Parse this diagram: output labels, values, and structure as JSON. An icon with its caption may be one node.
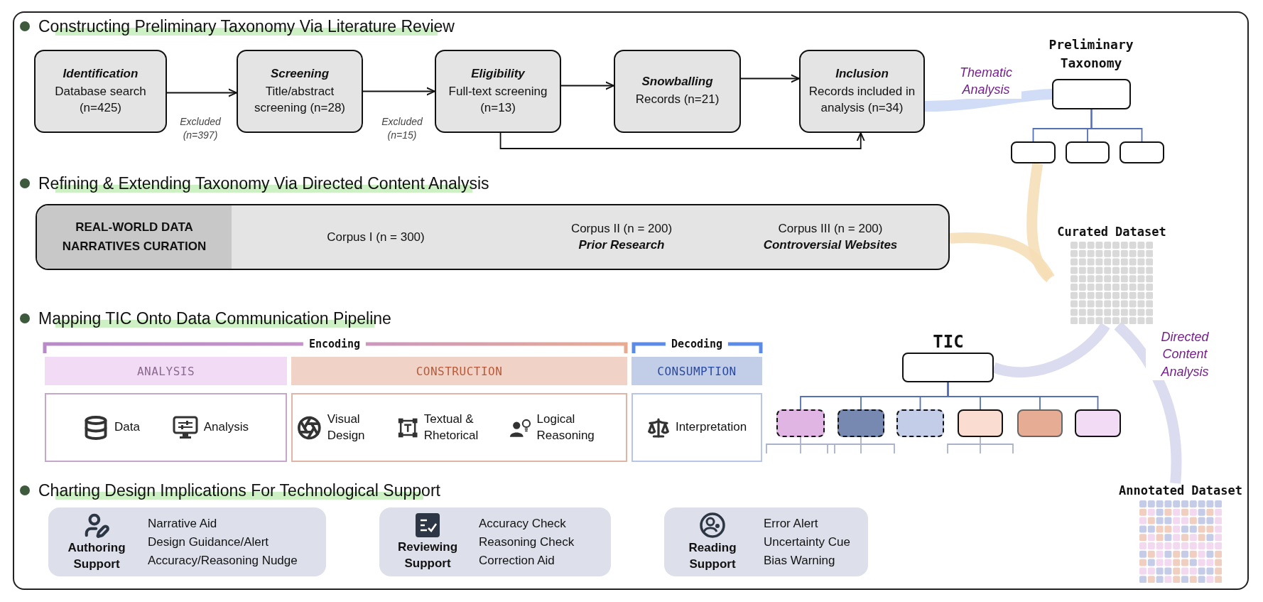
{
  "diagram": {
    "nodes": [
      {
        "text": [
          "Identification",
          "Database search (n=425)"
        ]
      },
      {
        "text": [
          "Screening",
          "Title/abstract screening (n=28)"
        ]
      },
      {
        "text": [
          "Eligibility",
          "Full-text screening (n=13)"
        ]
      },
      {
        "text": [
          "Snowballing",
          "Records (n=21)"
        ]
      },
      {
        "text": [
          "Inclusion",
          "Records included in analysis (n=34)"
        ]
      },
      {
        "text": [],
        "shape": "box",
        "beside": [
          "Preliminary Taxonomy"
        ]
      },
      {
        "text": [],
        "shape": "box"
      },
      {
        "text": [],
        "shape": "box"
      },
      {
        "text": [],
        "shape": "box"
      },
      {
        "text": [
          "REAL-WORLD DATA NARRATIVES CURATION",
          "Corpus I (n = 300)",
          "Corpus II (n = 200)",
          "Prior Research",
          "Corpus III (n = 200)",
          "Controversial Websites"
        ]
      },
      {
        "text": [
          "Curated Dataset"
        ]
      },
      {
        "text": [
          "ANALYSIS"
        ]
      },
      {
        "text": [
          "CONSTRUCTION"
        ]
      },
      {
        "text": [
          "CONSUMPTION"
        ]
      },
      {
        "text": [
          "Data",
          "Analysis"
        ]
      },
      {
        "text": [
          "Visual Design",
          "Textual & Rhetorical",
          "Logical Reasoning"
        ]
      },
      {
        "text": [
          "Interpretation"
        ]
      },
      {
        "text": [],
        "shape": "box",
        "beside": [
          "TIC"
        ]
      },
      {
        "text": [],
        "shape": "box"
      },
      {
        "text": [],
        "shape": "box"
      },
      {
        "text": [],
        "shape": "box"
      },
      {
        "text": [],
        "shape": "box"
      },
      {
        "text": [],
        "shape": "box"
      },
      {
        "text": [],
        "shape": "box"
      },
      {
        "text": [
          "Annotated Dataset"
        ]
      },
      {
        "text": [
          "Authoring Support",
          "Narrative Aid",
          "Design Guidance/Alert",
          "Accuracy/Reasoning Nudge"
        ]
      },
      {
        "text": [
          "Reviewing Support",
          "Accuracy Check",
          "Reasoning Check",
          "Correction Aid"
        ]
      },
      {
        "text": [
          "Reading Support",
          "Error Alert",
          "Uncertainty Cue",
          "Bias Warning"
        ]
      }
    ],
    "edges": [
      {
        "from": 0,
        "to": 1,
        "arrow": "to",
        "label": "Excluded (n=397)",
        "color": "#111111"
      },
      {
        "from": 1,
        "to": 2,
        "arrow": "to",
        "label": "Excluded (n=15)",
        "color": "#111111"
      },
      {
        "from": 2,
        "to": 3,
        "arrow": "to",
        "color": "#111111"
      },
      {
        "from": 3,
        "to": 4,
        "arrow": "to",
        "color": "#111111"
      },
      {
        "from": 2,
        "to": 4,
        "arrow": "to",
        "color": "#111111"
      },
      {
        "from": 4,
        "to": 5,
        "arrow": "none",
        "label": "Thematic Analysis",
        "style": "thick",
        "color": "#c9d6f5"
      },
      {
        "from": 5,
        "to": 6,
        "arrow": "none",
        "color": "#5470b8"
      },
      {
        "from": 5,
        "to": 7,
        "arrow": "none",
        "color": "#5470b8"
      },
      {
        "from": 5,
        "to": 8,
        "arrow": "none",
        "color": "#5470b8"
      },
      {
        "from": 6,
        "to": 10,
        "arrow": "none",
        "style": "thick",
        "color": "#f6ddb4"
      },
      {
        "from": 9,
        "to": 10,
        "arrow": "none",
        "style": "thick",
        "color": "#f6ddb4"
      },
      {
        "from": 10,
        "to": 17,
        "arrow": "none",
        "style": "thick",
        "color": "#d6d6ee"
      },
      {
        "from": 10,
        "to": 24,
        "arrow": "none",
        "label": "Directed Content Analysis",
        "style": "thick",
        "color": "#d6d6ee"
      },
      {
        "from": 17,
        "to": 18,
        "arrow": "none",
        "color": "#5470b8"
      },
      {
        "from": 17,
        "to": 19,
        "arrow": "none",
        "color": "#5470b8"
      },
      {
        "from": 17,
        "to": 20,
        "arrow": "none",
        "color": "#5470b8"
      },
      {
        "from": 17,
        "to": 21,
        "arrow": "none",
        "color": "#5470b8"
      },
      {
        "from": 17,
        "to": 22,
        "arrow": "none",
        "color": "#5470b8"
      },
      {
        "from": 17,
        "to": 23,
        "arrow": "none",
        "color": "#5470b8"
      }
    ],
    "labels": [
      "Constructing Preliminary Taxonomy Via Literature Review",
      "Refining & Extending Taxonomy Via Directed Content Analysis",
      "Mapping TIC Onto Data Communication Pipeline",
      "Encoding",
      "Decoding",
      "Charting Design Implications For Technological Support"
    ]
  }
}
